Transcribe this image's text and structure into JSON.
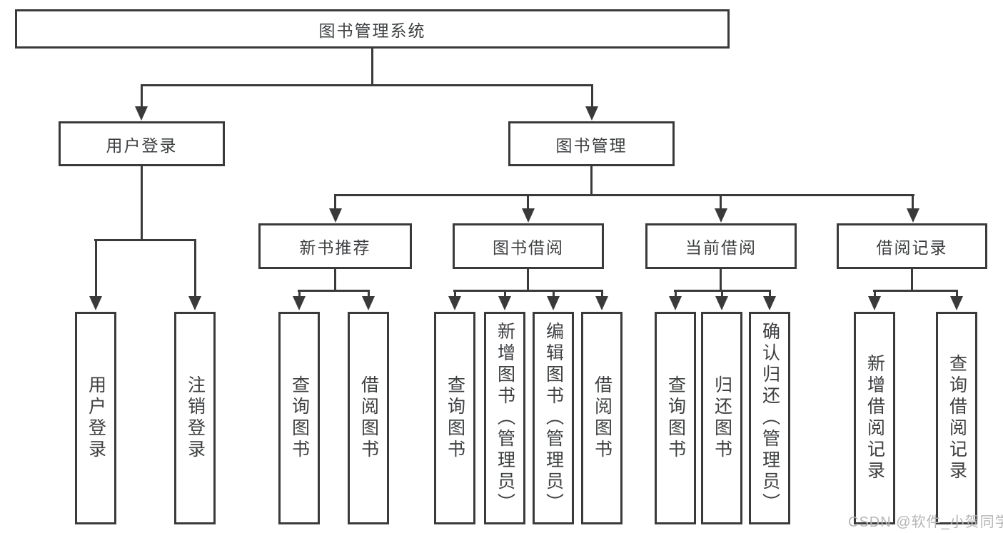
{
  "tree": {
    "label": "图书管理系统",
    "children": [
      {
        "label": "用户登录",
        "children": [
          {
            "label": "用户登录"
          },
          {
            "label": "注销登录"
          }
        ]
      },
      {
        "label": "图书管理",
        "children": [
          {
            "label": "新书推荐",
            "children": [
              {
                "label": "查询图书"
              },
              {
                "label": "借阅图书"
              }
            ]
          },
          {
            "label": "图书借阅",
            "children": [
              {
                "label": "查询图书"
              },
              {
                "label": "新增图书（管理员）"
              },
              {
                "label": "编辑图书（管理员）"
              },
              {
                "label": "借阅图书"
              }
            ]
          },
          {
            "label": "当前借阅",
            "children": [
              {
                "label": "查询图书"
              },
              {
                "label": "归还图书"
              },
              {
                "label": "确认归还（管理员）"
              }
            ]
          },
          {
            "label": "借阅记录",
            "children": [
              {
                "label": "新增借阅记录"
              },
              {
                "label": "查询借阅记录"
              }
            ]
          }
        ]
      }
    ]
  },
  "watermark": {
    "text": "CSDN @软件_小贺同学"
  },
  "colors": {
    "line": "#3a3a3a",
    "text": "#3d3f41",
    "watermark": "#b5b5b5",
    "background": "#ffffff"
  }
}
